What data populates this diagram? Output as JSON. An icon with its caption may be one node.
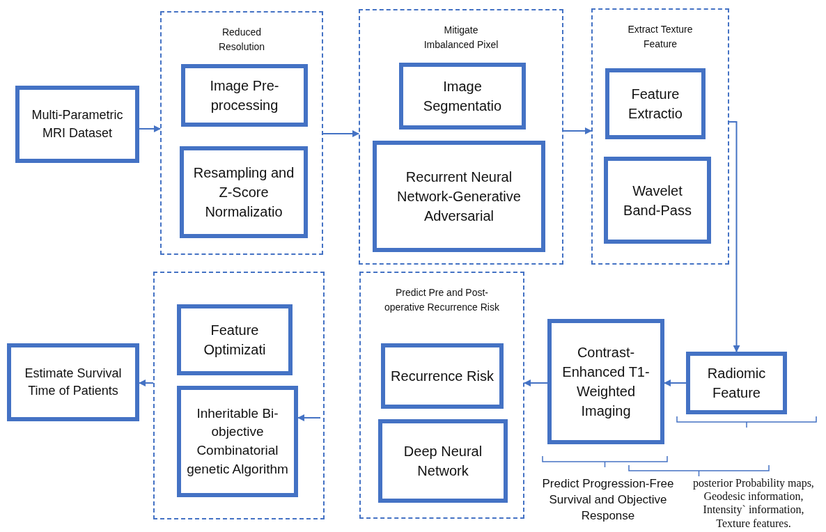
{
  "diagram": {
    "nodes": [
      {
        "text": [
          "Multi-Parametric MRI Dataset"
        ]
      },
      {
        "text": [
          "Reduced Resolution"
        ]
      },
      {
        "text": [
          "Image Pre-processing"
        ],
        "in": 1
      },
      {
        "text": [
          "Resampling and Z-Score Normalizatio"
        ],
        "in": 1
      },
      {
        "text": [
          "Mitigate Imbalanced Pixel"
        ]
      },
      {
        "text": [
          "Image Segmentatio"
        ],
        "in": 4
      },
      {
        "text": [
          "Recurrent Neural Network-Generative Adversarial"
        ],
        "in": 4
      },
      {
        "text": [
          "Extract Texture Feature"
        ]
      },
      {
        "text": [
          "Feature Extractio"
        ],
        "in": 7
      },
      {
        "text": [
          "Wavelet Band-Pass"
        ],
        "in": 7
      },
      {
        "text": [
          "Radiomic Feature"
        ]
      },
      {
        "text": [
          "Contrast-Enhanced T1-Weighted Imaging"
        ],
        "beside": [
          "Predict Progression-Free Survival and Objective Response"
        ]
      },
      {
        "text": [
          "Predict Pre and Post-operative Recurrence Risk"
        ]
      },
      {
        "text": [
          "Recurrence Risk"
        ],
        "in": 12
      },
      {
        "text": [
          "Deep Neural Network"
        ],
        "in": 12
      },
      {
        "text": [],
        "shape": "box"
      },
      {
        "text": [
          "Feature Optimizati"
        ],
        "in": 15
      },
      {
        "text": [
          "Inheritable Bi-objective Combinatorial genetic Algorithm"
        ],
        "in": 15
      },
      {
        "text": [
          "Estimate Survival Time of Patients"
        ]
      }
    ],
    "labels": [
      "posterior Probability maps, Geodesic information, Intensity` information, Texture features."
    ],
    "edges": [
      {
        "from": 0,
        "to": 1,
        "arrow": "to"
      },
      {
        "from": 1,
        "to": 4,
        "arrow": "to"
      },
      {
        "from": 4,
        "to": 7,
        "arrow": "to"
      },
      {
        "from": 7,
        "to": 10,
        "arrow": "to"
      },
      {
        "from": 10,
        "to": 11,
        "arrow": "to"
      },
      {
        "from": 11,
        "to": 12,
        "arrow": "to"
      },
      {
        "from": 15,
        "to": 18,
        "arrow": "to"
      },
      {
        "from": null,
        "to": 17,
        "arrow": "to"
      }
    ]
  }
}
